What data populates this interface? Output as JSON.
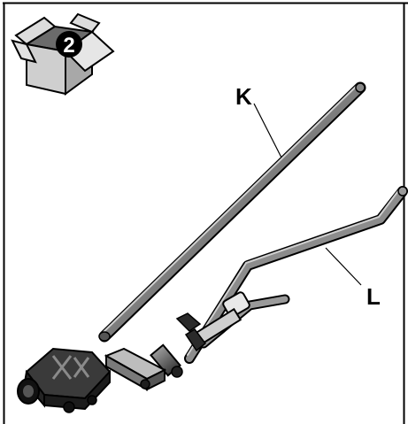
{
  "box_badge": {
    "number": "2",
    "icon": "cardboard-box-icon"
  },
  "parts": [
    {
      "id": "K",
      "label": "K"
    },
    {
      "id": "L",
      "label": "L"
    }
  ]
}
